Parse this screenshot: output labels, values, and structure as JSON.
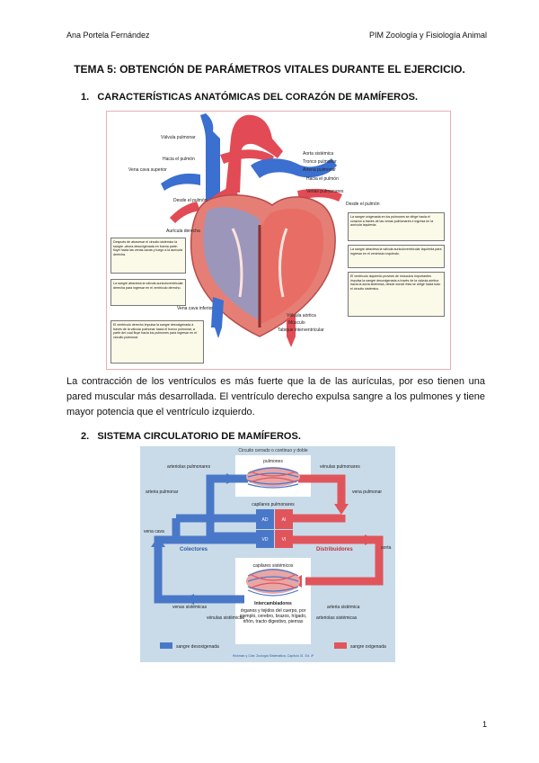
{
  "header": {
    "author": "Ana Portela Fernández",
    "course": "PIM Zoología y Fisiología Animal"
  },
  "title": "TEMA 5: OBTENCIÓN DE PARÁMETROS VITALES DURANTE EL EJERCICIO.",
  "section1": {
    "number": "1.",
    "title": "CARACTERÍSTICAS ANATÓMICAS DEL CORAZÓN DE MAMÍFEROS."
  },
  "heart": {
    "labels": {
      "aorta": "Aorta sistémica",
      "tronco": "Tronco pulmonar",
      "arteria": "Arteria pulmonar",
      "valvula": "Válvula pulmonar",
      "hacia_pulmon_izq": "Hacia el pulmón",
      "hacia_pulmon_der": "Hacia el pulmón",
      "venas_pulm": "Venas pulmonares",
      "vena_sup": "Vena cava superior",
      "desde_pulmon_izq": "Desde el pulmón",
      "desde_pulmon_der": "Desde el pulmón",
      "auricula_der": "Aurícula derecha",
      "vena_inf": "Vena cava inferior",
      "valvula_aortica": "Válvula aórtica",
      "septo": "Tabique interventricular",
      "musculo": "Músculo"
    },
    "notes": {
      "n1": "La sangre oxigenada en los pulmones se dirige hacia el corazón a través de las venas pulmonares e ingresa en la aurícula izquierda.",
      "n2": "La sangre atraviesa la válvula auriculoventricular izquierda para ingresar en el ventrículo izquierdo.",
      "n3": "El ventrículo izquierdo provisto de músculos importantes impulsa la sangre desoxigenada a través de la válvula aórtica hacia la aorta sistémica, desde donde ésta se dirige hacia todo el circuito sistémico.",
      "n4": "Después de atravesar el circuito sistémico la sangre -ahora desoxigenada en buena parte- fluye hacia las venas cavas y luego a la aurícula derecha.",
      "n5": "La sangre atraviesa la válvula auriculoventricular derecha para ingresar en el ventrículo derecho.",
      "n6": "El ventrículo derecho impulsa la sangre desoxigenada a través de la válvula pulmonar hacia el tronco pulmonar, a partir del cual fluye hacia los pulmones para ingresar en el circuito pulmonar."
    }
  },
  "paragraph": "La contracción de los ventrículos es más fuerte que la de las aurículas, por eso tienen una pared muscular más desarrollada. El ventrículo derecho expulsa sangre a los pulmones y tiene mayor potencia que el ventrículo izquierdo.",
  "section2": {
    "number": "2.",
    "title": "SISTEMA CIRCULATORIO DE MAMÍFEROS."
  },
  "circ": {
    "title": "Circuito cerrado o continuo y doble",
    "pulmones": "pulmones",
    "art_pulm_l": "arteriolas pulmonares",
    "ven_pulm_r": "vénulas pulmonares",
    "arteria_pulmonar": "arteria pulmonar",
    "vena_pulmonar": "vena pulmonar",
    "cap_pulm": "capilares pulmonares",
    "AD": "AD",
    "AI": "AI",
    "VD": "VD",
    "VI": "VI",
    "vena_cava": "vena cava",
    "colectores": "Colectores",
    "distribuidores": "Distribuidores",
    "aorta": "aorta",
    "cap_sist": "capilares sistémicos",
    "venas_sist": "venas sistémicas",
    "arteria_sist": "arteria sistémica",
    "venulas_sist": "vénulas sistémicas",
    "arteriolas_sist": "arteriolas sistémicas",
    "intercambiadores": "Intercambiadores",
    "organos": "órganos y tejidos del cuerpo, por ejemplo, cerebro, brazos, hígado, riñón, tracto digestivo, piernas",
    "leg_desox": "sangre desoxigenada",
    "leg_ox": "sangre oxigenada",
    "credit": "Hickman y Cols: Zoología Sistemática. Capítulo 31 .Ed. 4ª",
    "colors": {
      "blue": "#4a78c8",
      "red": "#e0555c",
      "bg": "#c9dbe9"
    }
  },
  "page_number": "1"
}
